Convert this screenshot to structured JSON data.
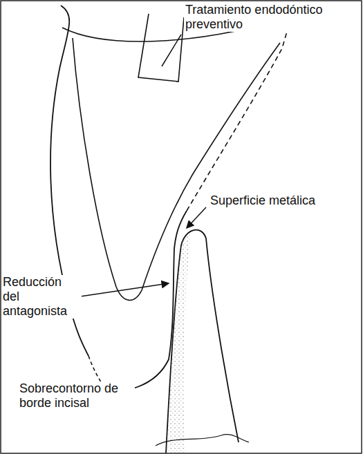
{
  "diagram": {
    "labels": [
      "Tratamiento endodóntico preventivo",
      "Superficie metálica",
      "Reducción del antagonista",
      "Sobrecontorno de borde incisal"
    ]
  }
}
